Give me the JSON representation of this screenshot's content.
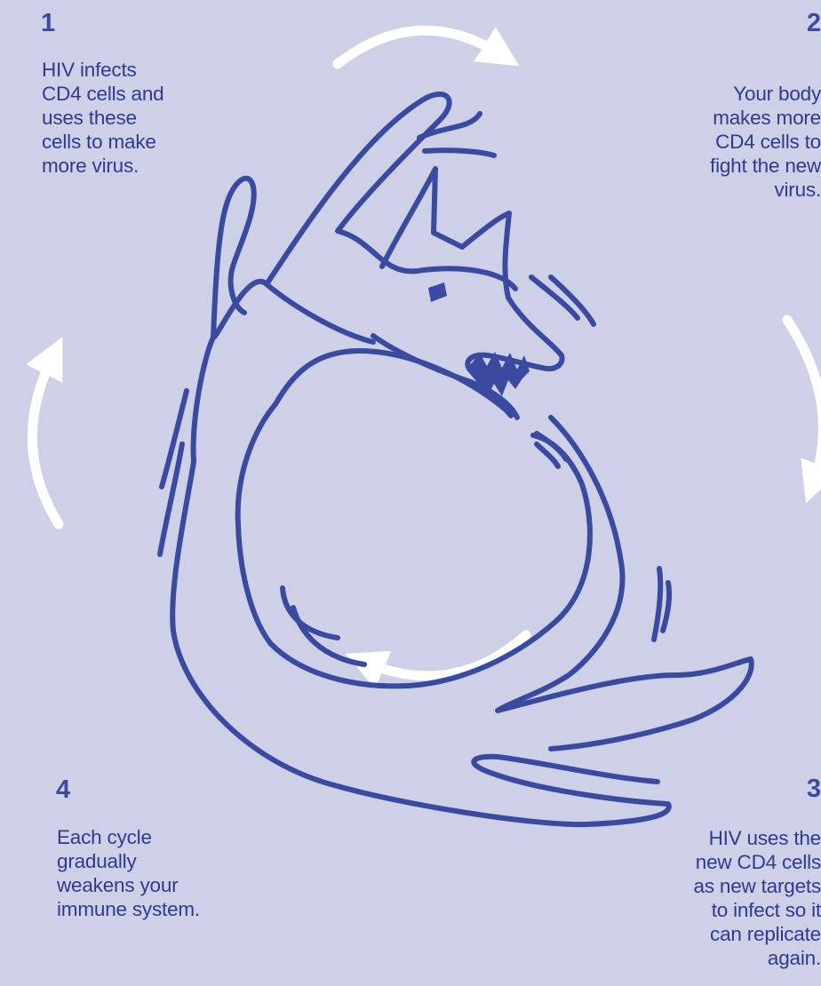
{
  "steps": [
    {
      "number": "1",
      "lines": [
        "HIV infects",
        "CD4 cells and",
        "uses these",
        "cells to make",
        "more virus."
      ]
    },
    {
      "number": "2",
      "lines": [
        "Your body",
        "makes more",
        "CD4 cells to",
        "fight the new",
        "virus."
      ]
    },
    {
      "number": "3",
      "lines": [
        "HIV uses the",
        "new CD4 cells",
        "as new targets",
        "to infect so it",
        "can replicate",
        "again."
      ]
    },
    {
      "number": "4",
      "lines": [
        "Each cycle",
        "gradually",
        "weakens your",
        "immune system."
      ]
    }
  ],
  "colors": {
    "background": "#cdd0e6",
    "ink": "#3a4aa0",
    "arrow": "#ffffff"
  },
  "icons": [
    "cycle-arrow-icon",
    "wolf-creature-illustration",
    "cd4-cell-illustration"
  ]
}
